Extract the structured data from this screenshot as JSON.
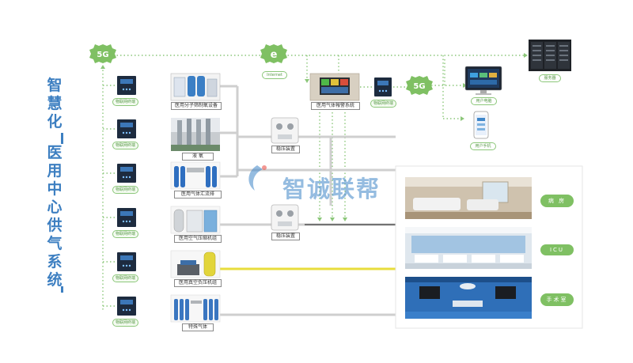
{
  "title": {
    "part1": "智慧化",
    "part2": "医用中心供气系统"
  },
  "brand": {
    "name": "智诚联帮"
  },
  "network": {
    "badge_5g_left": "5G",
    "badge_5g_right": "5G",
    "internet_icon": "e",
    "internet_label": "Internet"
  },
  "terminal": {
    "label": "物联网终端"
  },
  "devices": [
    {
      "label": "医用分子筛制氧设备",
      "icon": "oxygen-generator-icon"
    },
    {
      "label": "液  氧",
      "icon": "liquid-oxygen-tank-icon"
    },
    {
      "label": "医用气体汇流排",
      "icon": "gas-manifold-icon"
    },
    {
      "label": "医用空气压缩机组",
      "icon": "air-compressor-icon"
    },
    {
      "label": "医用真空负压机组",
      "icon": "vacuum-pump-icon"
    },
    {
      "label": "特殊气体",
      "icon": "special-gas-cylinder-icon"
    }
  ],
  "regulators": [
    {
      "label": "稳压装置"
    },
    {
      "label": "稳压装置"
    }
  ],
  "alarm_system": {
    "label": "医用气体報警系統"
  },
  "endpoints": {
    "server_label": "服务器",
    "monitor_label": "用户电脑",
    "phone_label": "用户手机"
  },
  "rooms": [
    {
      "label": "病  房"
    },
    {
      "label": "ICU"
    },
    {
      "label": "手术室"
    }
  ],
  "colors": {
    "title_blue": "#3d7fc1",
    "network_green": "#7fc063",
    "vacuum_pipe_yellow": "#e8dd3c"
  }
}
